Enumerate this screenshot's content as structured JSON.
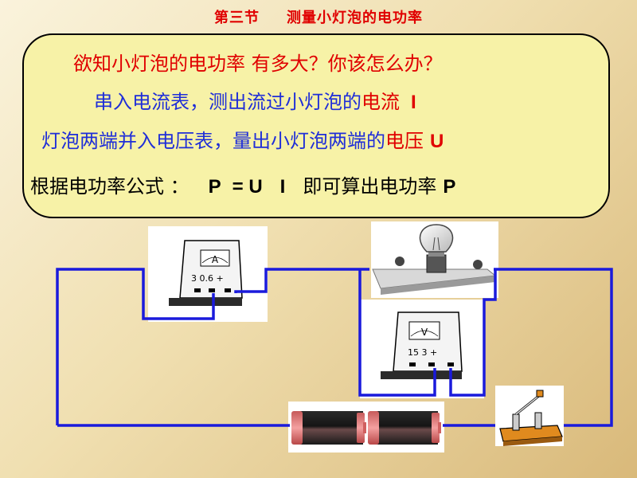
{
  "slide": {
    "title_part1": "第三节",
    "title_part2": "测量小灯泡的电功率"
  },
  "content": {
    "line1": "欲知小灯泡的电功率 有多大？你该怎么办？",
    "line2_text": "串入电流表，测出流过小灯泡的",
    "line2_red": "电流",
    "line2_symbol": "I",
    "line3_text": "灯泡两端并入电压表，量出小灯泡两端的",
    "line3_red": "电压",
    "line3_symbol": "U",
    "line4_text": "根据电功率公式 ：",
    "line4_formula_p": "P",
    "line4_formula_eq": "= U",
    "line4_formula_i": "I",
    "line4_text2": "即可算出电功率",
    "line4_p": "P"
  },
  "ammeter": {
    "dial_label": "A",
    "scale_labels": "3  0.6  +"
  },
  "voltmeter": {
    "dial_label": "V",
    "scale_labels": "15  3  +"
  },
  "colors": {
    "wire": "#1a1adc",
    "title_red": "#e00000",
    "text_blue": "#1f2ed8",
    "box_fill": "#f7f2a7"
  }
}
